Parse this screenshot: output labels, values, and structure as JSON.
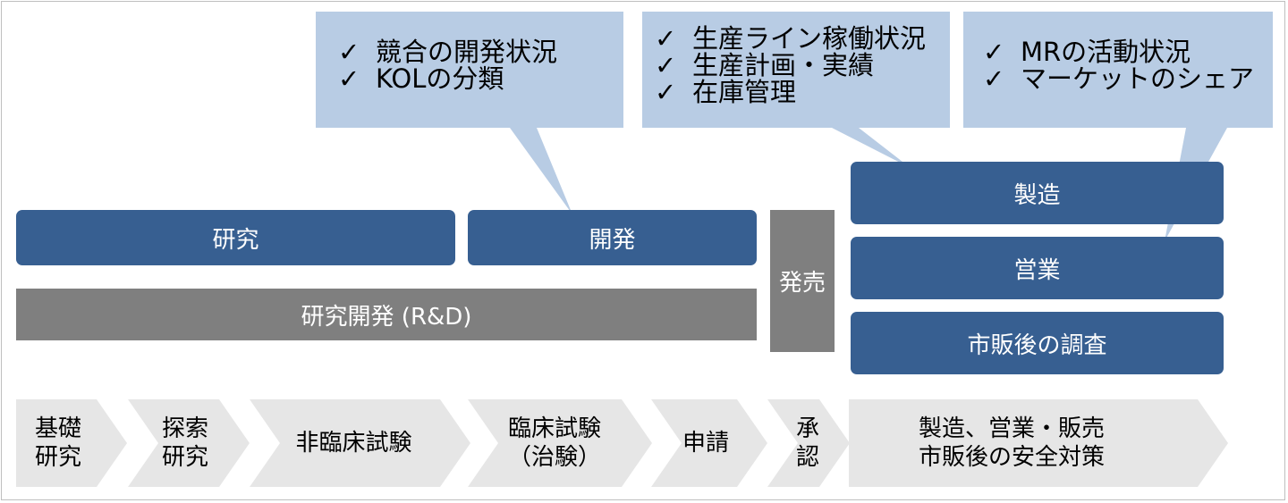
{
  "callouts": [
    {
      "items": [
        "競合の開発状況",
        "KOLの分類"
      ]
    },
    {
      "items": [
        "生産ライン稼働状況",
        "生産計画・実績",
        "在庫管理"
      ]
    },
    {
      "items": [
        "MRの活動状況",
        "マーケットのシェア"
      ]
    }
  ],
  "check_mark": "✓",
  "boxes": {
    "research": "研究",
    "development": "開発",
    "rnd": "研究開発 (R&D)",
    "launch": "発売",
    "manufacturing": "製造",
    "sales": "営業",
    "post_marketing": "市販後の調査"
  },
  "process_steps": [
    "基礎\n研究",
    "探索\n研究",
    "非臨床試験",
    "臨床試験\n（治験）",
    "申請",
    "承\n認",
    "製造、営業・販売\n市販後の安全対策"
  ],
  "colors": {
    "callout": "#b8cce4",
    "box_blue": "#375f91",
    "box_grey": "#7f7f7f",
    "arrow": "#e6e6e6"
  }
}
